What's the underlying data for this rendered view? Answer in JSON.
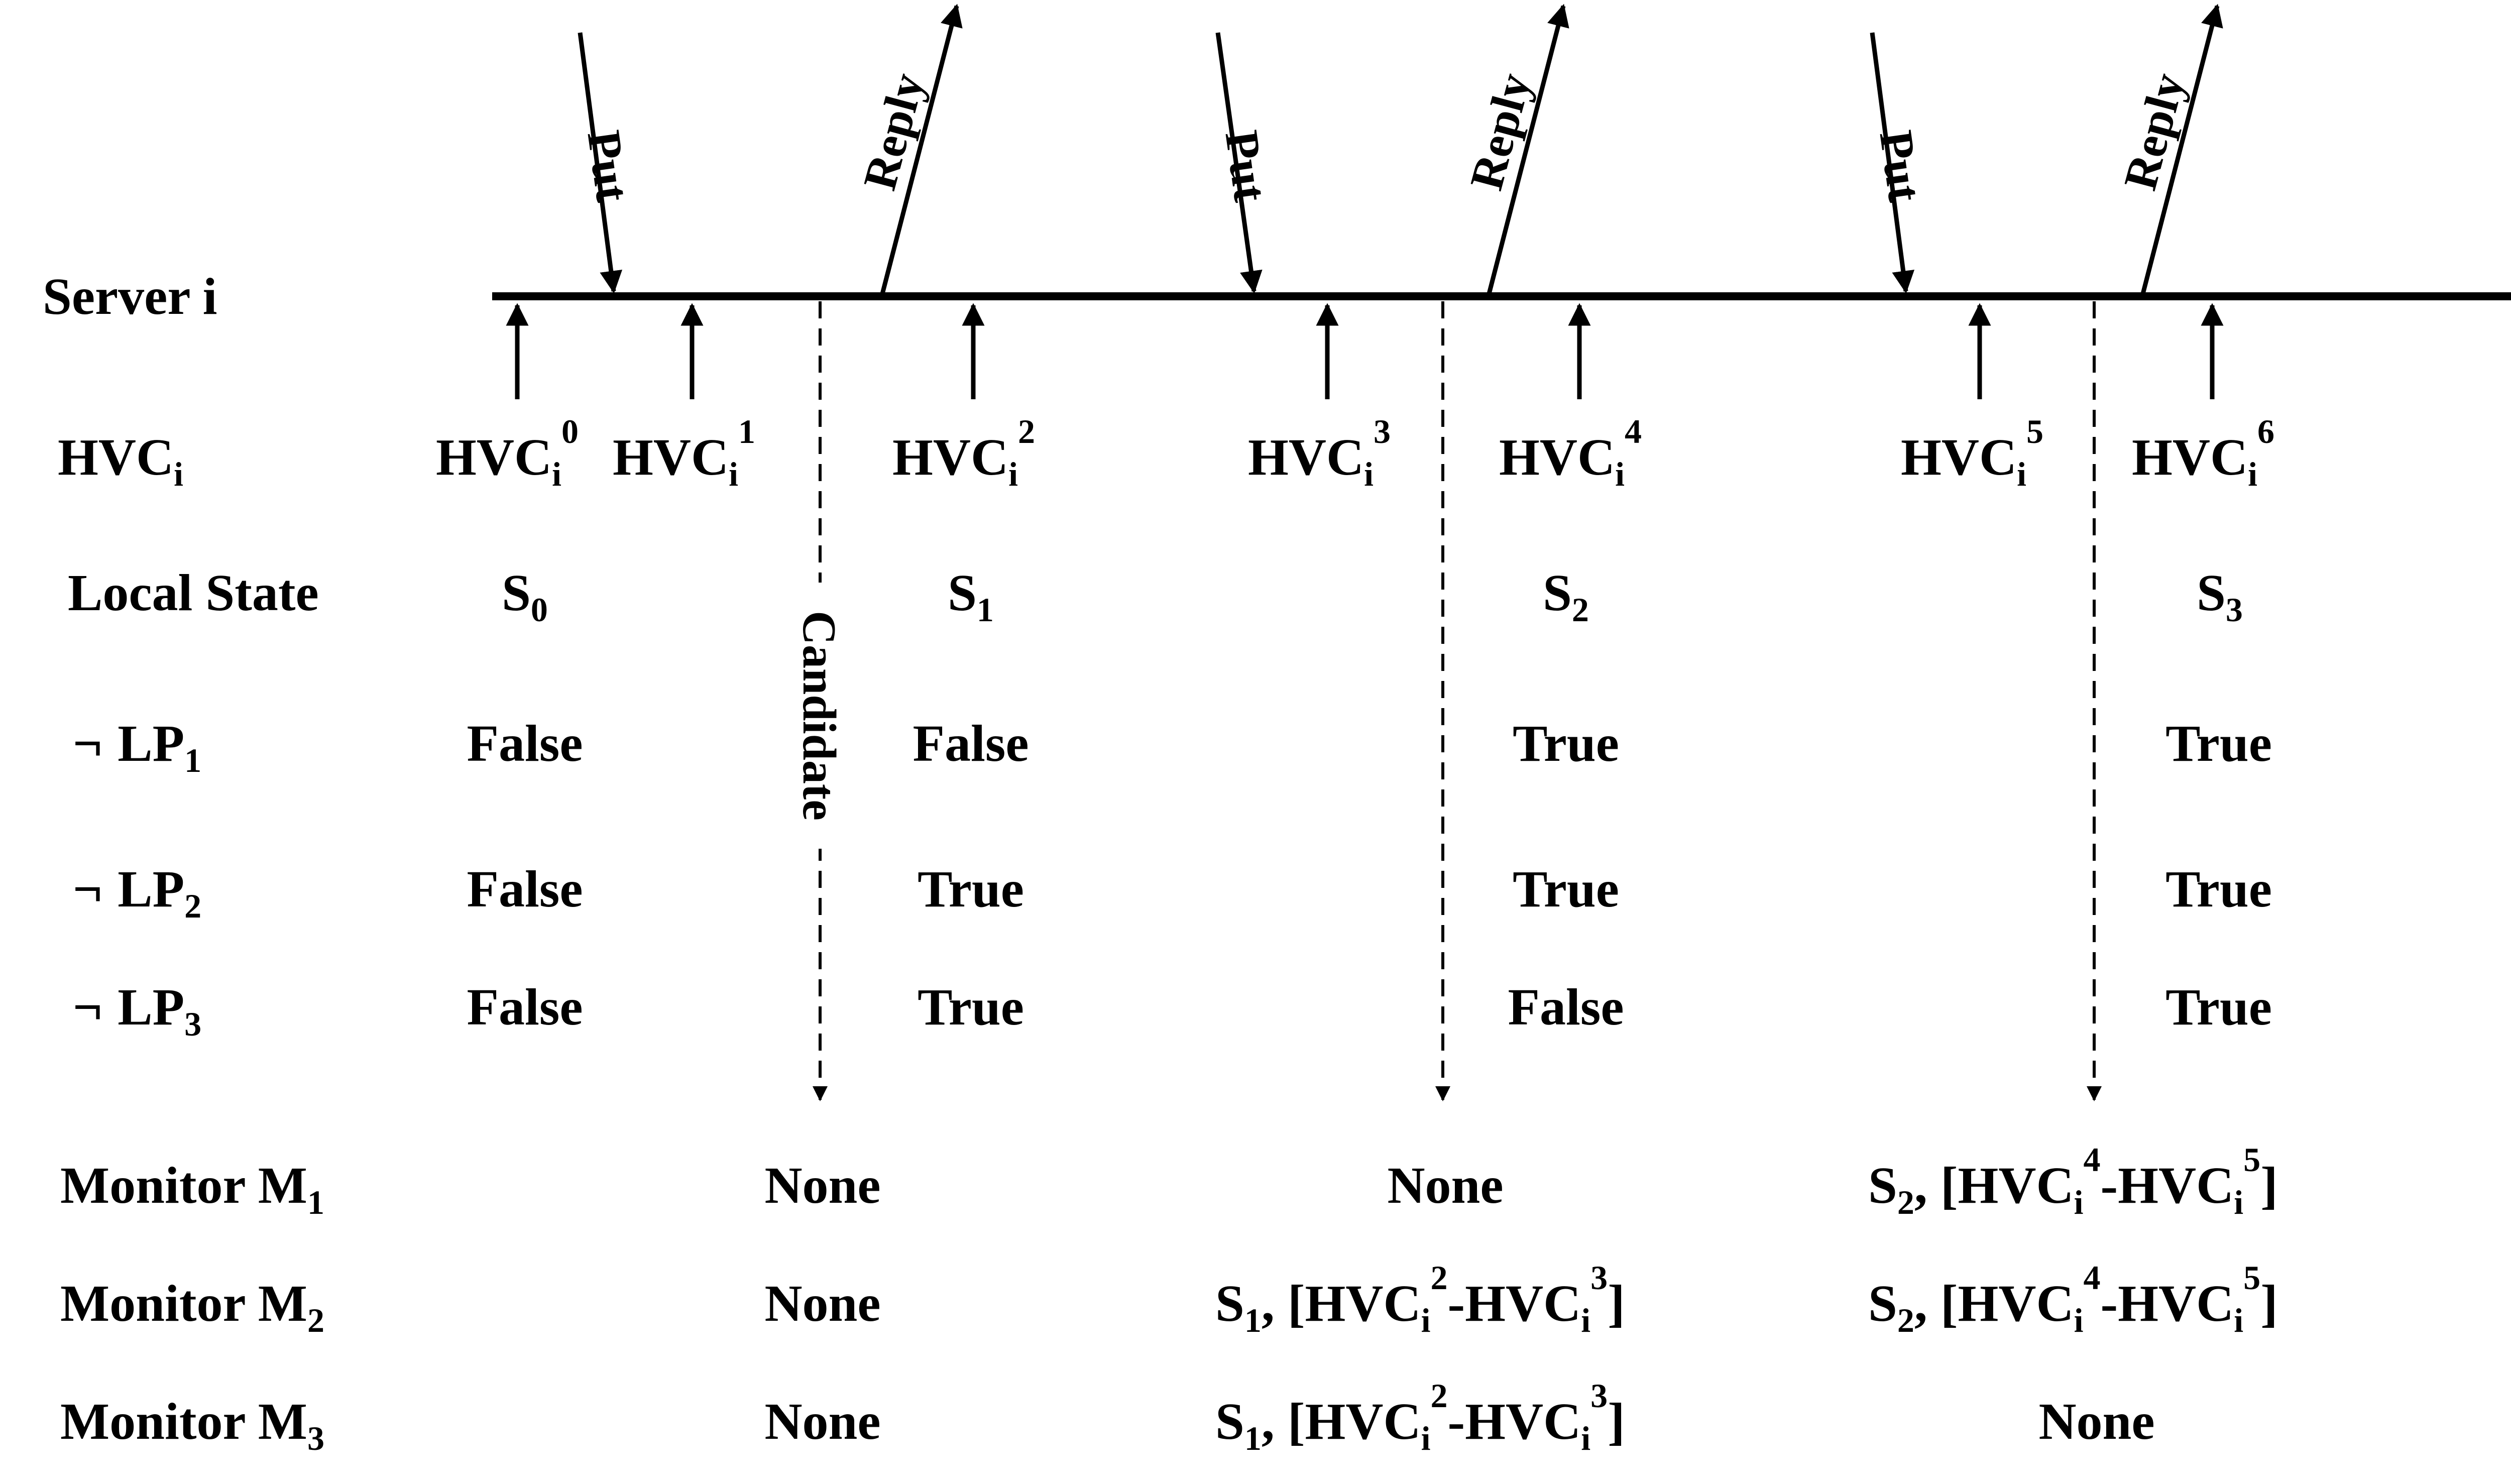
{
  "timeline": {
    "label": "Server i"
  },
  "messages": {
    "put": "Put",
    "reply": "Reply"
  },
  "candidate": {
    "label": "Candidate"
  },
  "symbols": {
    "hvc": "HVC",
    "i": "i",
    "s": "S",
    "lp": "LP",
    "neg": "¬",
    "monitor": "Monitor",
    "m": "M",
    "dash": "-",
    "comma": ", ",
    "lb": "[",
    "rb": "]"
  },
  "rows": {
    "hvc": {
      "label": "HVC",
      "label_sub": "i"
    },
    "local_state": {
      "label": "Local State"
    },
    "lp1": {
      "label": "LP",
      "label_sub": "1"
    },
    "lp2": {
      "label": "LP",
      "label_sub": "2"
    },
    "lp3": {
      "label": "LP",
      "label_sub": "3"
    },
    "m1": {
      "label": "Monitor M",
      "label_sub": "1"
    },
    "m2": {
      "label": "Monitor M",
      "label_sub": "2"
    },
    "m3": {
      "label": "Monitor M",
      "label_sub": "3"
    }
  },
  "hvc_events": [
    "0",
    "1",
    "2",
    "3",
    "4",
    "5",
    "6"
  ],
  "states": [
    {
      "name": "S",
      "sub": "0",
      "lp1": "False",
      "lp2": "False",
      "lp3": "False"
    },
    {
      "name": "S",
      "sub": "1",
      "lp1": "False",
      "lp2": "True",
      "lp3": "True"
    },
    {
      "name": "S",
      "sub": "2",
      "lp1": "True",
      "lp2": "True",
      "lp3": "False"
    },
    {
      "name": "S",
      "sub": "3",
      "lp1": "True",
      "lp2": "True",
      "lp3": "True"
    }
  ],
  "monitor_results": [
    {
      "m1": "None",
      "m2": "None",
      "m3": "None"
    },
    {
      "m1": "None",
      "m2": "S₁, [HVCᵢ²-HVCᵢ³]",
      "m3": "S₁, [HVCᵢ²-HVCᵢ³]"
    },
    {
      "m1": "S₂, [HVCᵢ⁴-HVCᵢ⁵]",
      "m2": "S₂, [HVCᵢ⁴-HVCᵢ⁵]",
      "m3": "None"
    }
  ]
}
